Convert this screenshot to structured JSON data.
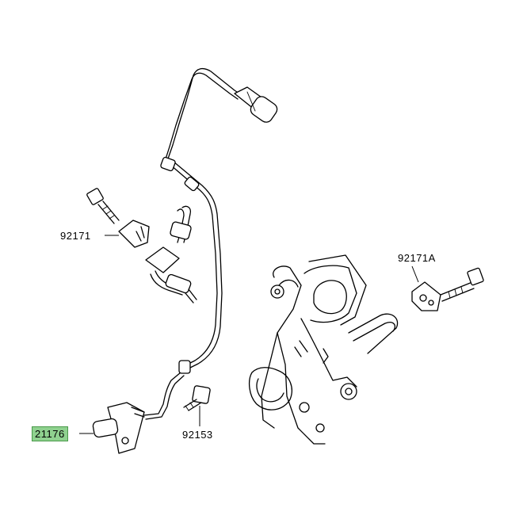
{
  "diagram": {
    "labels": {
      "sensor": "21176",
      "bracket_left": "92171",
      "bracket_right": "92171A",
      "bolt": "92153"
    },
    "highlight_color": "#8fd18f"
  }
}
